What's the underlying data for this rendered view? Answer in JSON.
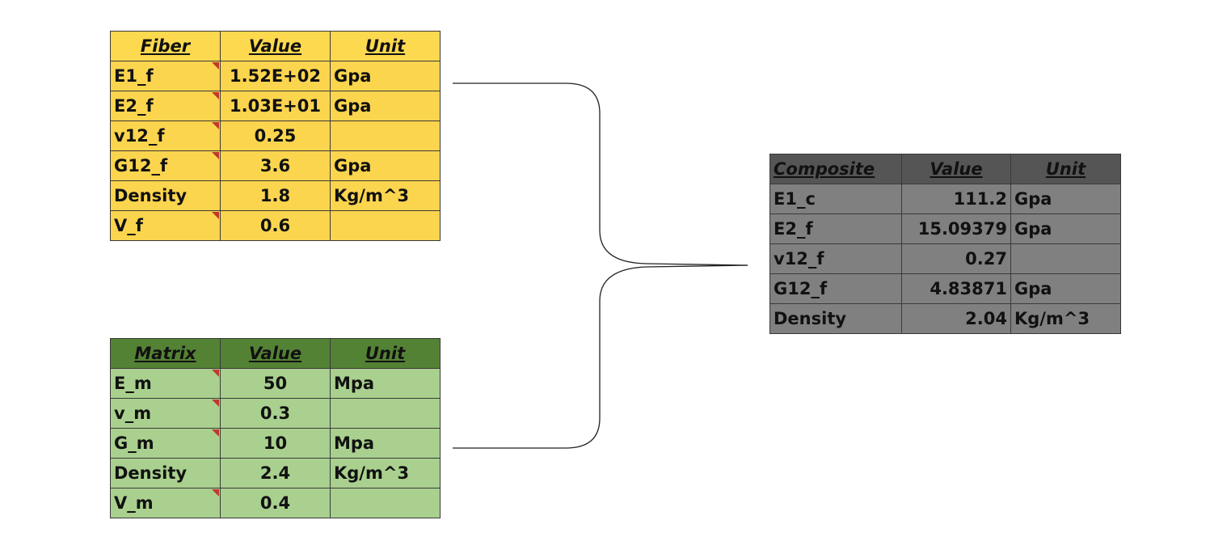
{
  "fiber": {
    "headers": [
      "Fiber",
      "Value",
      "Unit"
    ],
    "rows": [
      {
        "name": "E1_f",
        "value": "1.52E+02",
        "unit": "Gpa",
        "comment": true
      },
      {
        "name": "E2_f",
        "value": "1.03E+01",
        "unit": "Gpa",
        "comment": true
      },
      {
        "name": "v12_f",
        "value": "0.25",
        "unit": "",
        "comment": true
      },
      {
        "name": "G12_f",
        "value": "3.6",
        "unit": "Gpa",
        "comment": true
      },
      {
        "name": "Density",
        "value": "1.8",
        "unit": "Kg/m^3",
        "comment": false
      },
      {
        "name": "V_f",
        "value": "0.6",
        "unit": "",
        "comment": true
      }
    ]
  },
  "matrix": {
    "headers": [
      "Matrix",
      "Value",
      "Unit"
    ],
    "rows": [
      {
        "name": "E_m",
        "value": "50",
        "unit": "Mpa",
        "comment": true
      },
      {
        "name": "v_m",
        "value": "0.3",
        "unit": "",
        "comment": true
      },
      {
        "name": "G_m",
        "value": "10",
        "unit": "Mpa",
        "comment": true
      },
      {
        "name": "Density",
        "value": "2.4",
        "unit": "Kg/m^3",
        "comment": false
      },
      {
        "name": "V_m",
        "value": "0.4",
        "unit": "",
        "comment": true
      }
    ]
  },
  "composite": {
    "headers": [
      "Composite",
      "Value",
      "Unit"
    ],
    "rows": [
      {
        "name": "E1_c",
        "value": "111.2",
        "unit": "Gpa"
      },
      {
        "name": "E2_f",
        "value": "15.09379",
        "unit": "Gpa"
      },
      {
        "name": "v12_f",
        "value": "0.27",
        "unit": ""
      },
      {
        "name": "G12_f",
        "value": "4.83871",
        "unit": "Gpa"
      },
      {
        "name": "Density",
        "value": "2.04",
        "unit": "Kg/m^3"
      }
    ]
  },
  "colors": {
    "fiber_fill": "#fcd54e",
    "matrix_header": "#548235",
    "matrix_fill": "#a9d08e",
    "composite_header": "#555555",
    "composite_fill": "#808080",
    "comment_marker": "#c0392b"
  }
}
